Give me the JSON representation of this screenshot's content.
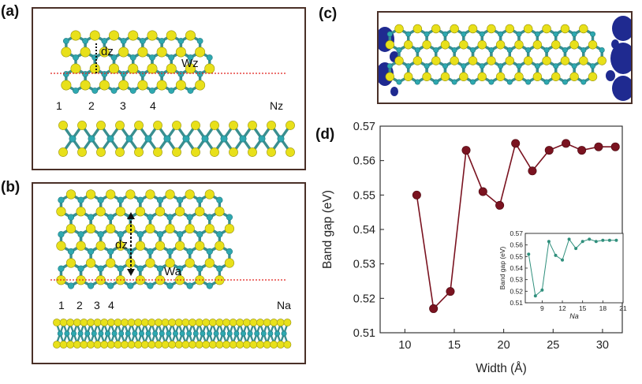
{
  "panels": {
    "a": {
      "label": "(a)",
      "dz": "dz",
      "width_label": "Wz",
      "index_labels": [
        "1",
        "2",
        "3",
        "4"
      ],
      "end_label": "Nz"
    },
    "b": {
      "label": "(b)",
      "dz": "dz",
      "width_label": "Wa",
      "index_labels": [
        "1",
        "2",
        "3",
        "4"
      ],
      "end_label": "Na"
    },
    "c": {
      "label": "(c)"
    },
    "d": {
      "label": "(d)"
    }
  },
  "colors": {
    "atom_s": "#e8e01a",
    "atom_mo": "#2ea8b0",
    "bond_mo": "#3a8f90",
    "bond_s": "#c9c40f",
    "marker": "#7a1320",
    "inset_line": "#2f8f7c",
    "charge": "#1f2a90",
    "cut_line": "#e0201c",
    "frame": "#4a3028"
  },
  "chart_data": [
    {
      "type": "line",
      "panel": "d",
      "xlabel": "Width (Å)",
      "ylabel": "Band gap (eV)",
      "xlim": [
        7.5,
        32
      ],
      "ylim": [
        0.51,
        0.57
      ],
      "xticks": [
        10,
        15,
        20,
        25,
        30
      ],
      "yticks": [
        0.51,
        0.52,
        0.53,
        0.54,
        0.55,
        0.56,
        0.57
      ],
      "x": [
        11.2,
        12.9,
        14.6,
        16.2,
        17.9,
        19.6,
        21.2,
        22.9,
        24.6,
        26.3,
        27.9,
        29.6,
        31.3
      ],
      "y": [
        0.55,
        0.517,
        0.522,
        0.563,
        0.551,
        0.547,
        0.565,
        0.557,
        0.563,
        0.565,
        0.563,
        0.564,
        0.564
      ]
    },
    {
      "type": "line",
      "panel": "d-inset",
      "xlabel": "Na",
      "ylabel": "Band gap (eV)",
      "xlim": [
        6.5,
        21
      ],
      "ylim": [
        0.51,
        0.57
      ],
      "xticks": [
        9,
        12,
        15,
        18,
        21
      ],
      "yticks": [
        0.51,
        0.52,
        0.53,
        0.54,
        0.55,
        0.56,
        0.57
      ],
      "x": [
        7,
        8,
        9,
        10,
        11,
        12,
        13,
        14,
        15,
        16,
        17,
        18,
        19,
        20
      ],
      "y": [
        0.552,
        0.516,
        0.521,
        0.563,
        0.551,
        0.547,
        0.565,
        0.557,
        0.563,
        0.565,
        0.563,
        0.564,
        0.564,
        0.564
      ]
    }
  ]
}
